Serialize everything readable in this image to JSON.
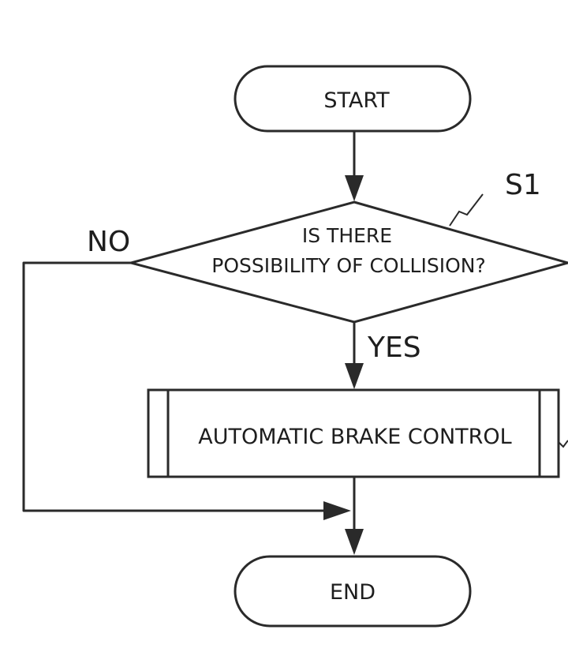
{
  "diagram": {
    "type": "flowchart",
    "nodes": {
      "start": {
        "label": "START",
        "shape": "terminator"
      },
      "decision": {
        "label_lines": [
          "IS THERE",
          "POSSIBILITY OF COLLISION?"
        ],
        "shape": "decision",
        "step_ref": "S1"
      },
      "process": {
        "label": "AUTOMATIC BRAKE CONTROL",
        "shape": "predefined-process"
      },
      "end": {
        "label": "END",
        "shape": "terminator"
      }
    },
    "edges": [
      {
        "from": "start",
        "to": "decision",
        "label": ""
      },
      {
        "from": "decision",
        "to": "process",
        "label": "YES"
      },
      {
        "from": "decision",
        "to": "end",
        "label": "NO"
      },
      {
        "from": "process",
        "to": "end",
        "label": ""
      }
    ],
    "labels": {
      "yes": "YES",
      "no": "NO",
      "step_ref": "S1"
    }
  }
}
